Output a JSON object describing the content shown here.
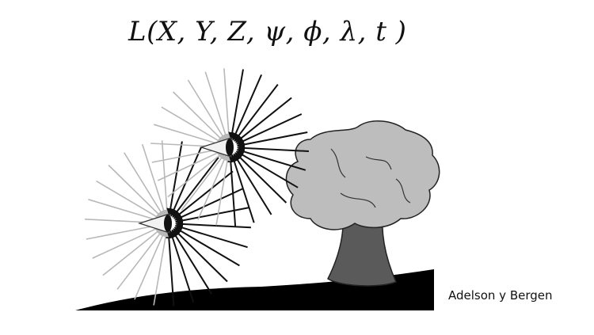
{
  "formula": "L(X, Y, Z, ψ, ϕ, λ, t )",
  "credit": "Adelson y Bergen",
  "colors": {
    "ray_dark": "#111111",
    "ray_light": "#b8b8b8",
    "foliage": "#bdbdbd",
    "trunk": "#5a5a5a",
    "ground": "#000000"
  },
  "icons": [
    "eye-icon",
    "tree-icon",
    "ground-hill"
  ]
}
